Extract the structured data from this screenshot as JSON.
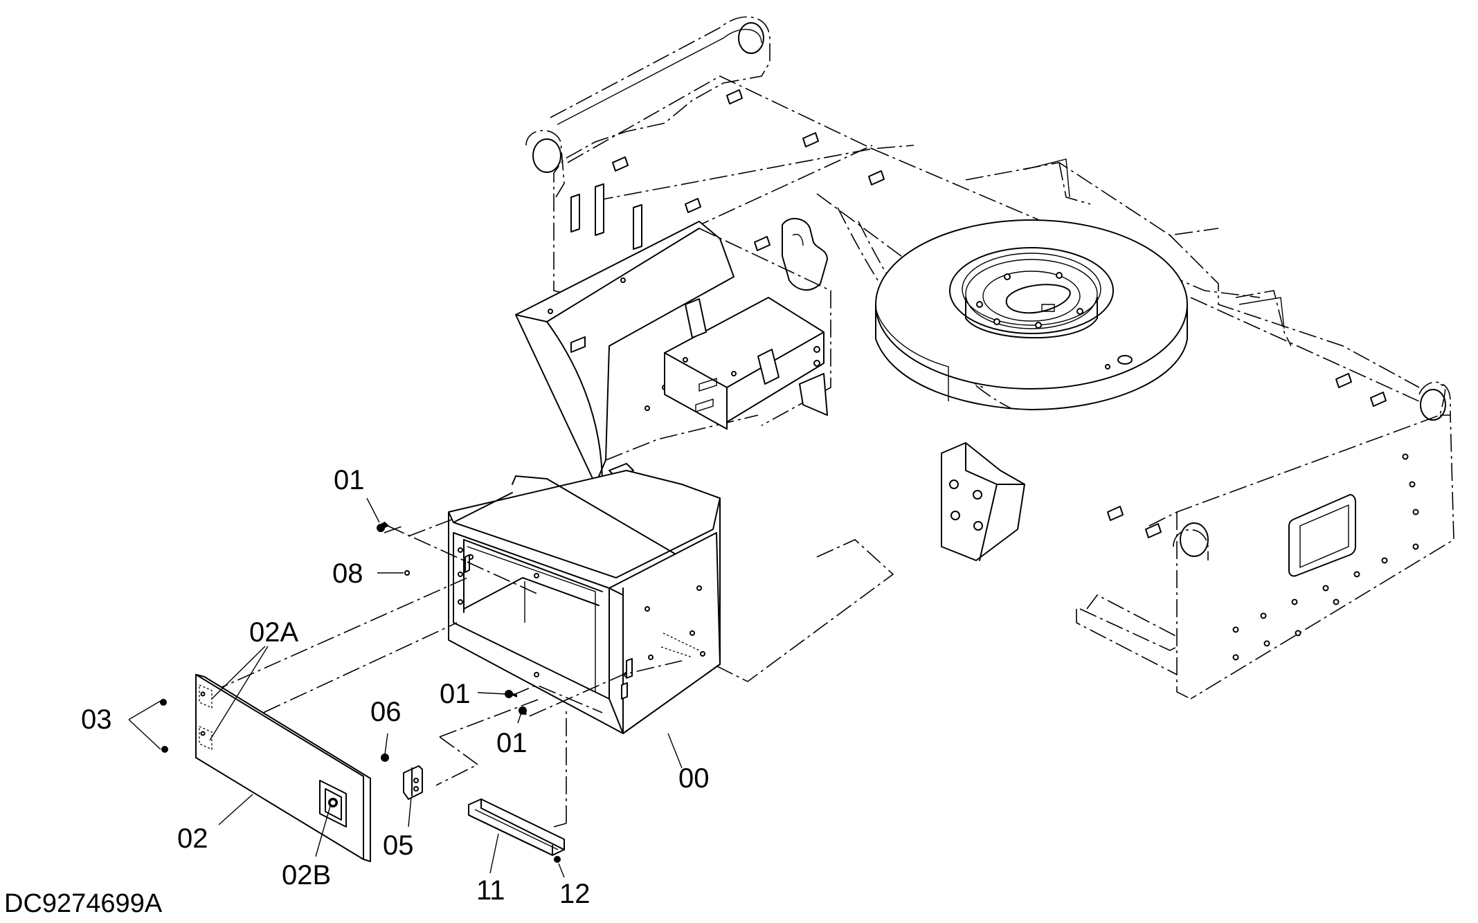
{
  "drawing_id": "DC9274699A",
  "callouts": {
    "c01a": "01",
    "c08": "08",
    "c02A": "02A",
    "c03": "03",
    "c01b": "01",
    "c01c": "01",
    "c06": "06",
    "c00": "00",
    "c05": "05",
    "c02": "02",
    "c02B": "02B",
    "c11": "11",
    "c12": "12"
  }
}
